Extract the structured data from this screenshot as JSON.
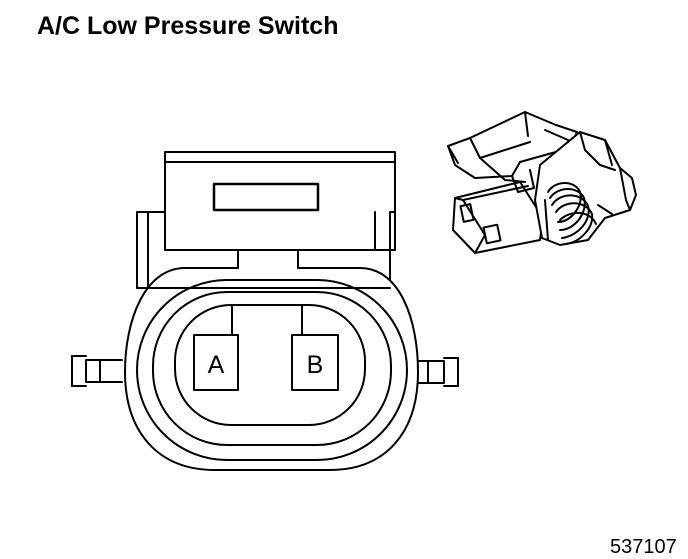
{
  "title": "A/C Low Pressure Switch",
  "figure_id": "537107",
  "connector": {
    "pins": [
      {
        "label": "A"
      },
      {
        "label": "B"
      }
    ]
  },
  "colors": {
    "line": "#000000",
    "background": "#ffffff"
  }
}
